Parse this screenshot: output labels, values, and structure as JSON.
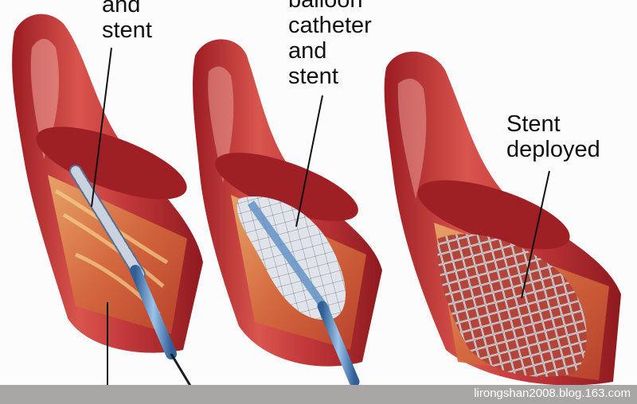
{
  "panels": [
    {
      "label_lines": [
        "and",
        "stent"
      ]
    },
    {
      "label_lines": [
        "balloon",
        "catheter",
        "and",
        "stent"
      ]
    },
    {
      "label_lines": [
        "Stent",
        "deployed"
      ]
    }
  ],
  "watermark": "lirongshan2008.blog.163.com",
  "colors": {
    "artery_outer": "#b8262a",
    "artery_highlight": "#e87a72",
    "artery_inner": "#cf5a3e",
    "plaque": "#e6b26a",
    "stent_metal": "#d9dde4",
    "catheter": "#5d8fc4",
    "footer": "#a9a7a6"
  }
}
